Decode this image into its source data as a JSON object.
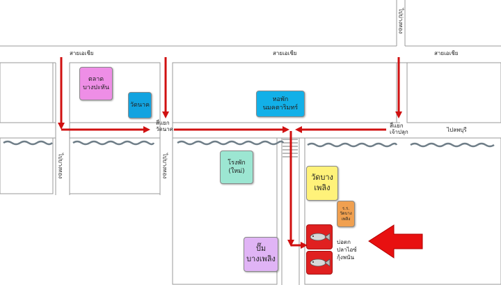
{
  "roads": {
    "top_left": "สายเอเชีย",
    "top_center": "สายเอเชีย",
    "top_right": "สายเอเชีย",
    "right_road": "ไปลพบุรี",
    "top_vertical": "ไปบ่างทอง",
    "left_vertical": "ไปบางทอง",
    "center_vertical": "ไปบางทอง",
    "junction_left": "สี่แยก\nวัดนาค",
    "junction_right": "สี่แยก\nเจ้าปลุก"
  },
  "places": {
    "market": "ตลาด\nบางปะหัน",
    "wat_nak": "วัดนาค",
    "auditorium": "หอพัก\nนมคตาริมทร์",
    "hospital": "โรงพัก\n(ใหม่)",
    "wat_bang_phloeng": "วัดบาง\nเพลิง",
    "small_temple": "ร.ร.\nวัดบาง\nเพลิง",
    "gas_station": "ปั๊ม\nบางเพลิง",
    "fish_pond": "บ่อตก\nปลาไอซ์\nกุ้งพนัน"
  },
  "colors": {
    "arrow": "#d01010",
    "market_bg": "#ee8ee6",
    "wat_nak_bg": "#12a3e0",
    "auditorium_bg": "#12b0e8",
    "hospital_bg": "#9ce6d2",
    "wat_bang_phloeng_bg": "#fff27a",
    "small_temple_bg": "#f0a050",
    "gas_station_bg": "#e0b4f5",
    "fish_pond_bg": "#e02020",
    "river": "#6f7e88"
  },
  "icons": {
    "fish_top": "fish-icon",
    "fish_bottom": "fish-icon",
    "big_arrow": "big-left-arrow-icon"
  }
}
